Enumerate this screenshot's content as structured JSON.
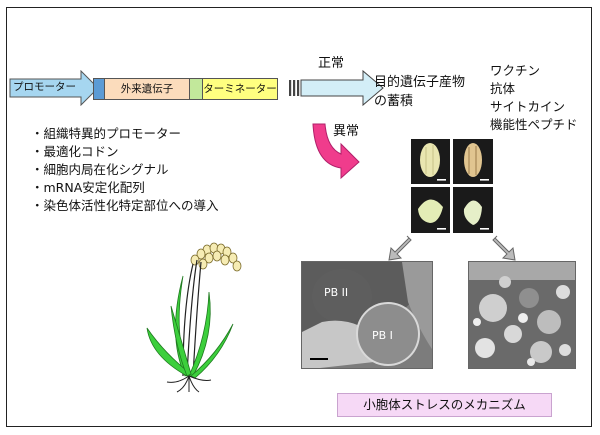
{
  "construct": {
    "promoter": "プロモーター",
    "foreign_gene": "外来遺伝子",
    "terminator": "ターミネーター"
  },
  "pathway": {
    "normal_label": "正常",
    "abnormal_label": "異常",
    "product_line1": "目的遺伝子産物",
    "product_line2": "の蓄積"
  },
  "products": [
    "ワクチン",
    "抗体",
    "サイトカイン",
    "機能性ペプチド"
  ],
  "strategies": [
    "・組織特異的プロモーター",
    "・最適化コドン",
    "・細胞内局在化シグナル",
    "・mRNA安定化配列",
    "・染色体活性化特定部位への導入"
  ],
  "micrograph": {
    "pb2_label": "PB II",
    "pb1_label": "PB I"
  },
  "caption": "小胞体ストレスのメカニズム",
  "colors": {
    "promoter_fill": "#a6d6f0",
    "gene_fill": "#fbdcbc",
    "terminator_fill": "#ffff80",
    "blue_spacer": "#5b9bd5",
    "green_spacer": "#c2e89b",
    "pink_arrow": "#f03c8c",
    "plant_green": "#3ccf3c",
    "caption_bg": "#f6d9f6"
  }
}
